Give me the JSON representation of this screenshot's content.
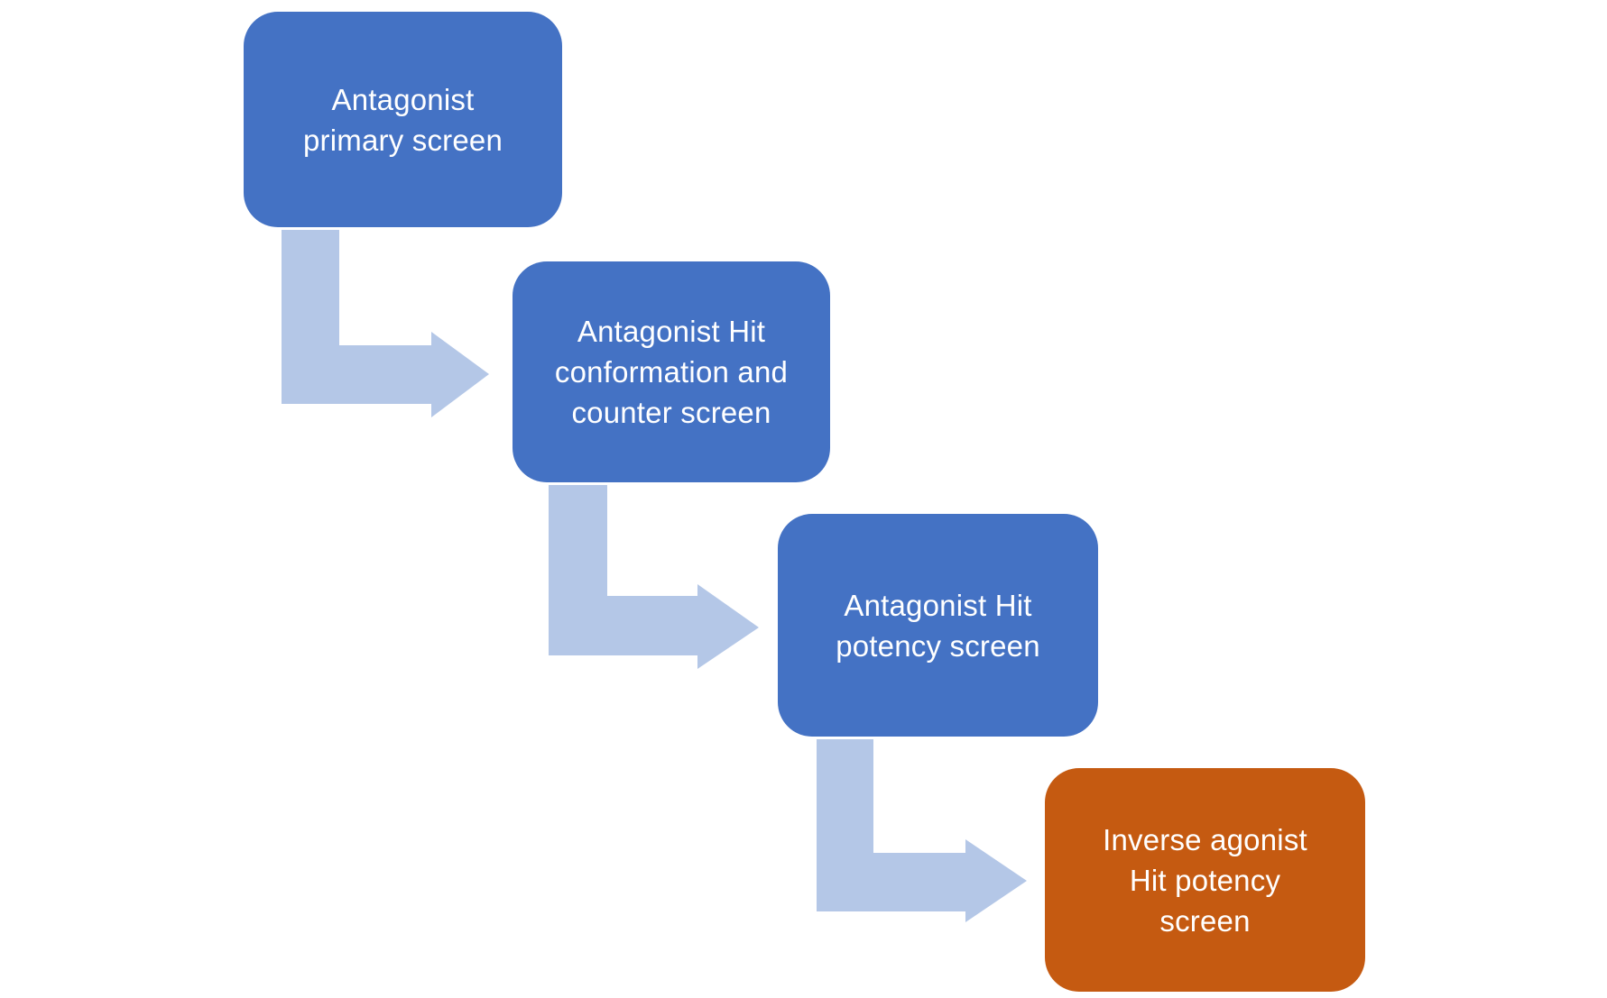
{
  "diagram": {
    "type": "flowchart",
    "background": "#FFFFFF",
    "colors": {
      "node_blue": "#4472C4",
      "node_orange": "#C55A11",
      "arrow_fill": "#B4C7E7",
      "text": "#FFFFFF"
    },
    "nodes": [
      {
        "id": "antagonist-primary-screen",
        "label": "Antagonist primary screen",
        "lines": [
          "Antagonist",
          "primary screen"
        ],
        "fill": "#4472C4",
        "text_color": "#FFFFFF"
      },
      {
        "id": "antagonist-hit-conformation-counter-screen",
        "label": "Antagonist Hit conformation and counter screen",
        "lines": [
          "Antagonist Hit",
          "conformation and",
          "counter screen"
        ],
        "fill": "#4472C4",
        "text_color": "#FFFFFF"
      },
      {
        "id": "antagonist-hit-potency-screen",
        "label": "Antagonist Hit potency screen",
        "lines": [
          "Antagonist Hit",
          "potency screen"
        ],
        "fill": "#4472C4",
        "text_color": "#FFFFFF"
      },
      {
        "id": "inverse-agonist-hit-potency-screen",
        "label": "Inverse agonist Hit potency screen",
        "lines": [
          "Inverse agonist",
          "Hit potency",
          "screen"
        ],
        "fill": "#C55A11",
        "text_color": "#FFFFFF"
      }
    ],
    "connectors": [
      {
        "from": "antagonist-primary-screen",
        "to": "antagonist-hit-conformation-counter-screen",
        "type": "elbow-arrow",
        "direction": "down-right"
      },
      {
        "from": "antagonist-hit-conformation-counter-screen",
        "to": "antagonist-hit-potency-screen",
        "type": "elbow-arrow",
        "direction": "down-right"
      },
      {
        "from": "antagonist-hit-potency-screen",
        "to": "inverse-agonist-hit-potency-screen",
        "type": "elbow-arrow",
        "direction": "down-right"
      }
    ]
  }
}
